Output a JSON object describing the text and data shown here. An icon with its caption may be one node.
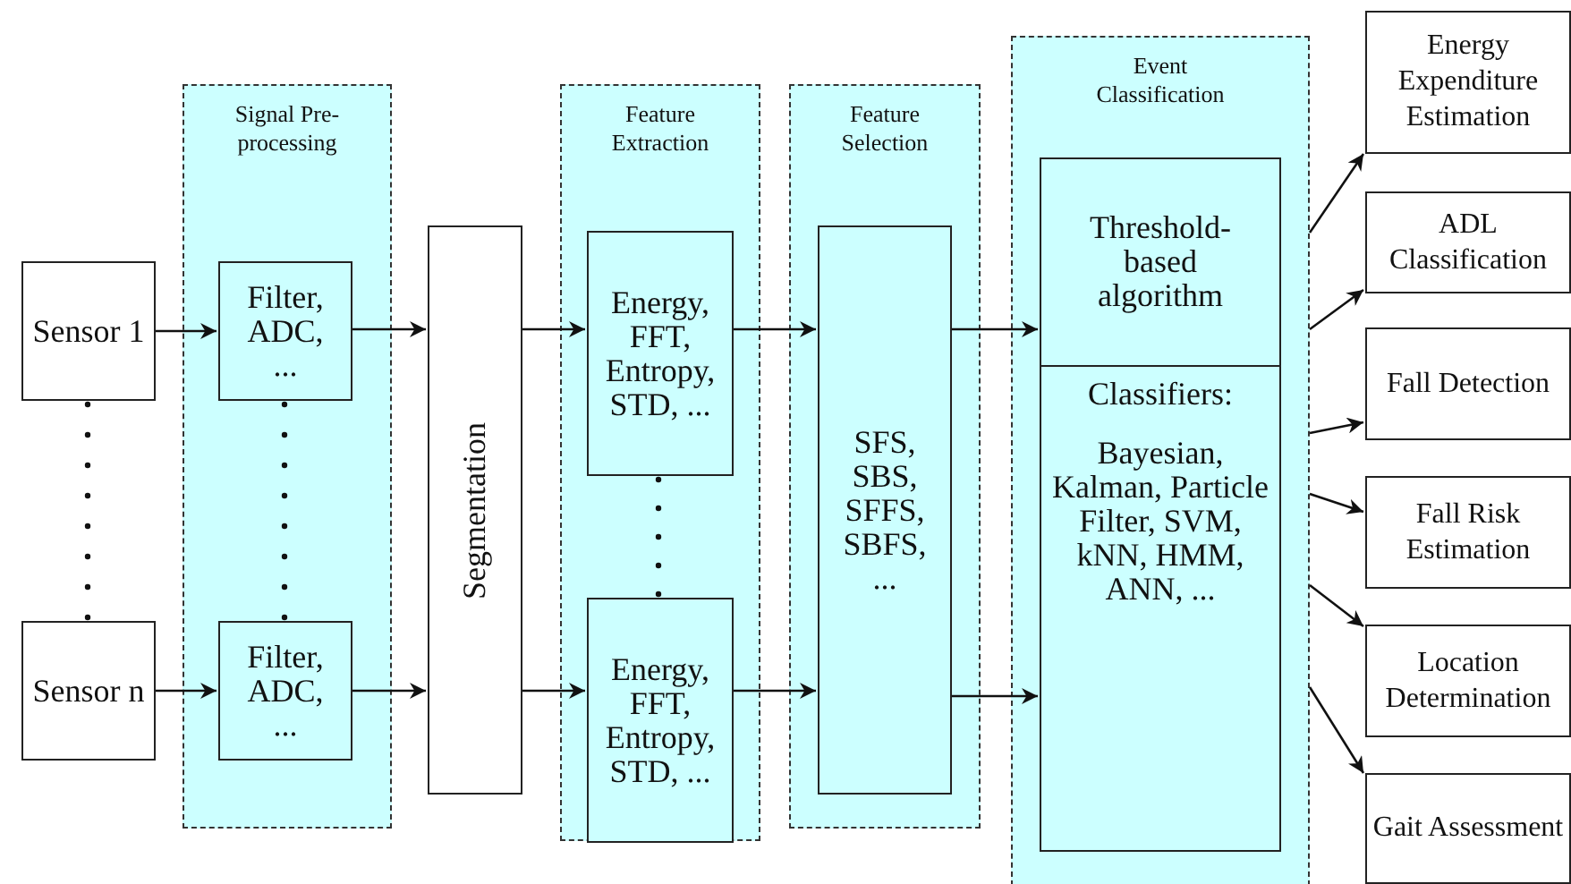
{
  "diagram": {
    "nodes": [
      {
        "text": [
          "Sensor 1"
        ]
      },
      {
        "text": [
          "Sensor n"
        ]
      },
      {
        "text": [
          "Signal Pre-processing"
        ]
      },
      {
        "text": [
          "Filter, ADC, ..."
        ],
        "in": 2
      },
      {
        "text": [
          "Filter, ADC, ..."
        ],
        "in": 2
      },
      {
        "text": [
          "Segmentation"
        ]
      },
      {
        "text": [
          "Feature Extraction"
        ]
      },
      {
        "text": [
          "Energy, FFT, Entropy, STD, ..."
        ],
        "in": 6
      },
      {
        "text": [
          "Energy, FFT, Entropy, STD, ..."
        ],
        "in": 6
      },
      {
        "text": [
          "Feature Selection"
        ]
      },
      {
        "text": [
          "SFS, SBS, SFFS, SBFS, ..."
        ],
        "in": 9
      },
      {
        "text": [
          "Event Classification"
        ]
      },
      {
        "text": [
          "Threshold-based algorithm"
        ],
        "in": 11
      },
      {
        "text": [
          "Classifiers:",
          "Bayesian, Kalman, Particle Filter, SVM, kNN, HMM, ANN, ..."
        ],
        "in": 11
      },
      {
        "text": [
          "Energy Expenditure Estimation"
        ]
      },
      {
        "text": [
          "ADL Classification"
        ]
      },
      {
        "text": [
          "Fall Detection"
        ]
      },
      {
        "text": [
          "Fall Risk Estimation"
        ]
      },
      {
        "text": [
          "Location Determination"
        ]
      },
      {
        "text": [
          "Gait Assessment"
        ]
      }
    ],
    "edges": [
      {
        "from": 0,
        "to": 3,
        "arrow": "to"
      },
      {
        "from": 1,
        "to": 4,
        "arrow": "to"
      },
      {
        "from": 3,
        "to": 5,
        "arrow": "to"
      },
      {
        "from": 4,
        "to": 5,
        "arrow": "to"
      },
      {
        "from": 5,
        "to": 7,
        "arrow": "to"
      },
      {
        "from": 5,
        "to": 8,
        "arrow": "to"
      },
      {
        "from": 7,
        "to": 10,
        "arrow": "to"
      },
      {
        "from": 8,
        "to": 10,
        "arrow": "to"
      },
      {
        "from": 10,
        "to": 12,
        "arrow": "to"
      },
      {
        "from": 10,
        "to": 13,
        "arrow": "to"
      },
      {
        "from": 11,
        "to": 14,
        "arrow": "to"
      },
      {
        "from": 11,
        "to": 15,
        "arrow": "to"
      },
      {
        "from": 11,
        "to": 16,
        "arrow": "to"
      },
      {
        "from": 11,
        "to": 17,
        "arrow": "to"
      },
      {
        "from": 11,
        "to": 18,
        "arrow": "to"
      },
      {
        "from": 11,
        "to": 19,
        "arrow": "to"
      }
    ]
  }
}
